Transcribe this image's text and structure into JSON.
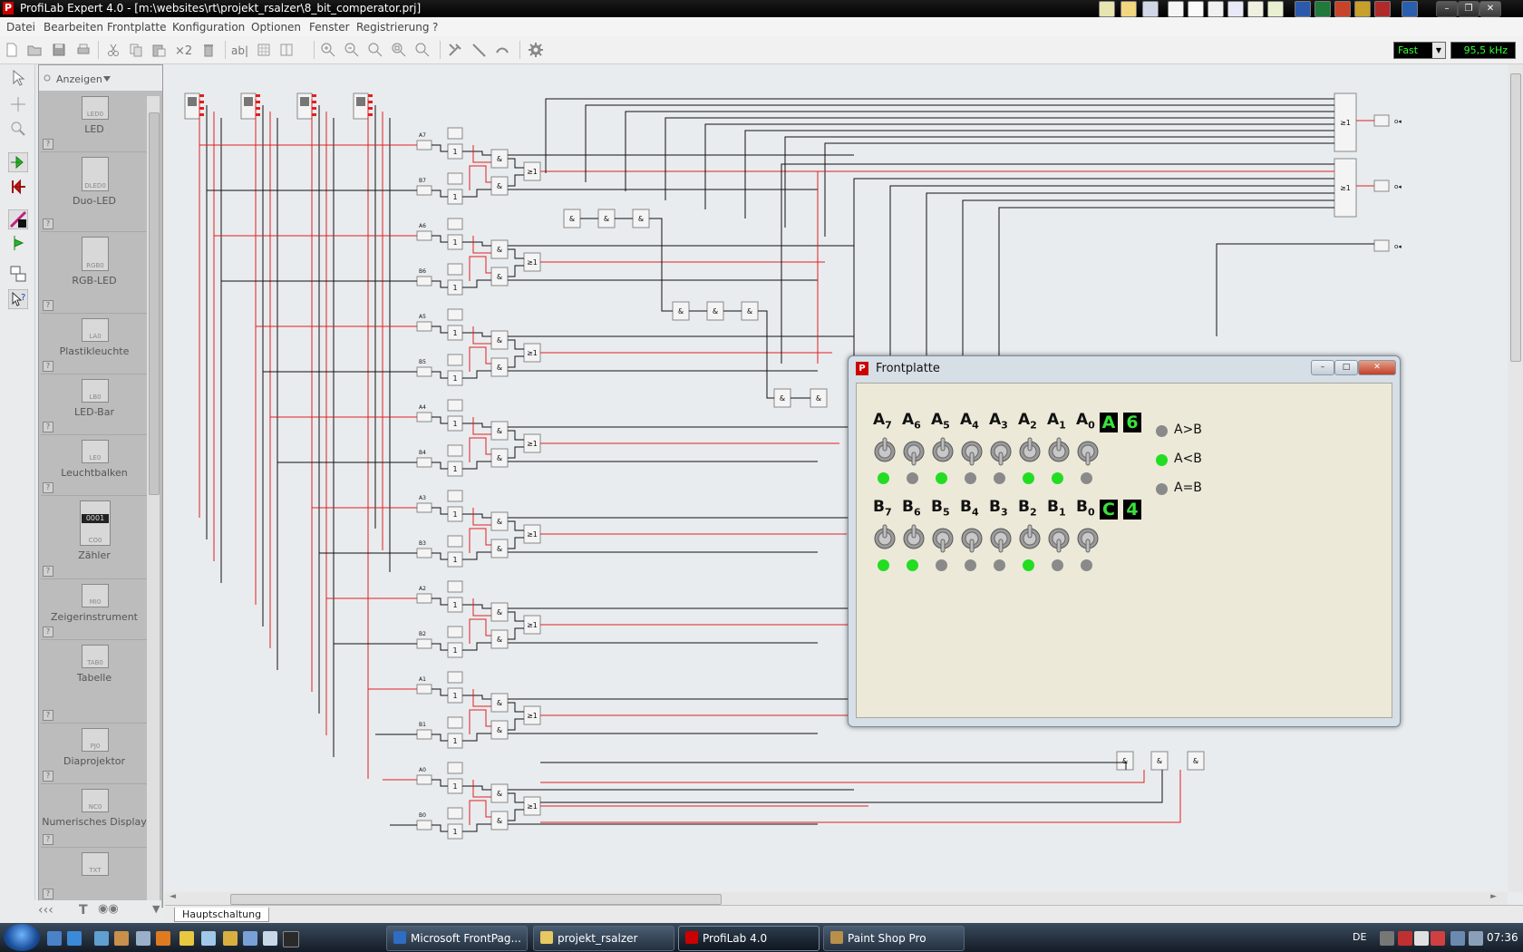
{
  "window": {
    "title": "ProfiLab Expert 4.0 - [m:\\websites\\rt\\projekt_rsalzer\\8_bit_comperator.prj]",
    "app_icon": "P"
  },
  "menu": {
    "items": [
      "Datei",
      "Bearbeiten",
      "Frontplatte",
      "Konfiguration",
      "Optionen",
      "Fenster",
      "Registrierung",
      "?"
    ]
  },
  "toolbar": {
    "x2_label": "×2",
    "ab_label": "ab|",
    "speed": "Fast",
    "frequency": "95,5 kHz"
  },
  "library": {
    "view_label": "Anzeigen",
    "items": [
      {
        "name": "LED",
        "icon_text": "LED0"
      },
      {
        "name": "Duo-LED",
        "icon_text": "DLED0"
      },
      {
        "name": "RGB-LED",
        "icon_text": "RGB0"
      },
      {
        "name": "Plastikleuchte",
        "icon_text": "LA0"
      },
      {
        "name": "LED-Bar",
        "icon_text": "LB0"
      },
      {
        "name": "Leuchtbalken",
        "icon_text": "LE0"
      },
      {
        "name": "Zähler",
        "icon_text": "CO0",
        "display": "0001"
      },
      {
        "name": "Zeigerinstrument",
        "icon_text": "MI0"
      },
      {
        "name": "Tabelle",
        "icon_text": "TAB0"
      },
      {
        "name": "Diaprojektor",
        "icon_text": "PJ0"
      },
      {
        "name": "Numerisches Display",
        "icon_text": "NC0"
      },
      {
        "name": "",
        "icon_text": "TXT"
      }
    ]
  },
  "tabs": {
    "main": "Hauptschaltung"
  },
  "frontplatte": {
    "title": "Frontplatte",
    "a_labels": [
      {
        "l": "A",
        "s": "7"
      },
      {
        "l": "A",
        "s": "6"
      },
      {
        "l": "A",
        "s": "5"
      },
      {
        "l": "A",
        "s": "4"
      },
      {
        "l": "A",
        "s": "3"
      },
      {
        "l": "A",
        "s": "2"
      },
      {
        "l": "A",
        "s": "1"
      },
      {
        "l": "A",
        "s": "0"
      }
    ],
    "b_labels": [
      {
        "l": "B",
        "s": "7"
      },
      {
        "l": "B",
        "s": "6"
      },
      {
        "l": "B",
        "s": "5"
      },
      {
        "l": "B",
        "s": "4"
      },
      {
        "l": "B",
        "s": "3"
      },
      {
        "l": "B",
        "s": "2"
      },
      {
        "l": "B",
        "s": "1"
      },
      {
        "l": "B",
        "s": "0"
      }
    ],
    "a_bits": [
      1,
      0,
      1,
      0,
      0,
      1,
      1,
      0
    ],
    "b_bits": [
      1,
      1,
      0,
      0,
      0,
      1,
      0,
      0
    ],
    "a_switch_up": [
      1,
      0,
      1,
      0,
      0,
      1,
      1,
      0
    ],
    "b_switch_up": [
      1,
      1,
      0,
      0,
      0,
      1,
      0,
      0
    ],
    "hex_a": [
      "A",
      "6"
    ],
    "hex_b": [
      "C",
      "4"
    ],
    "compare": [
      {
        "label": "A>B",
        "on": false
      },
      {
        "label": "A<B",
        "on": true
      },
      {
        "label": "A=B",
        "on": false
      }
    ],
    "led_on_color": "#22dd22",
    "led_off_color": "#8a8a8a"
  },
  "taskbar": {
    "tasks": [
      "Microsoft FrontPag...",
      "projekt_rsalzer",
      "ProfiLab 4.0",
      "Paint Shop Pro"
    ],
    "language": "DE",
    "clock": "07:36"
  }
}
